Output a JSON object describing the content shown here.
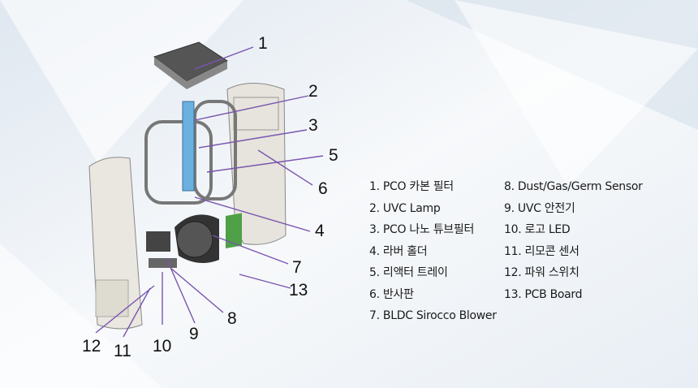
{
  "callouts": [
    "1",
    "2",
    "3",
    "4",
    "5",
    "6",
    "7",
    "8",
    "9",
    "10",
    "11",
    "12",
    "13"
  ],
  "parts_col1": [
    "1. PCO 카본 필터",
    "2. UVC Lamp",
    "3. PCO 나노 튜브필터",
    "4. 라버 홀더",
    "5. 리액터 트레이",
    "6. 반사판",
    "7. BLDC Sirocco Blower"
  ],
  "parts_col2": [
    "8. Dust/Gas/Germ Sensor",
    "9. UVC 안전기",
    "10. 로고 LED",
    "11. 리모콘 센서",
    "12. 파워 스위치",
    "13. PCB Board"
  ],
  "colors": {
    "arrow": "#7a55b0",
    "body": "#e6e4dc",
    "pcb": "#4fa046",
    "filter": "#555555"
  }
}
